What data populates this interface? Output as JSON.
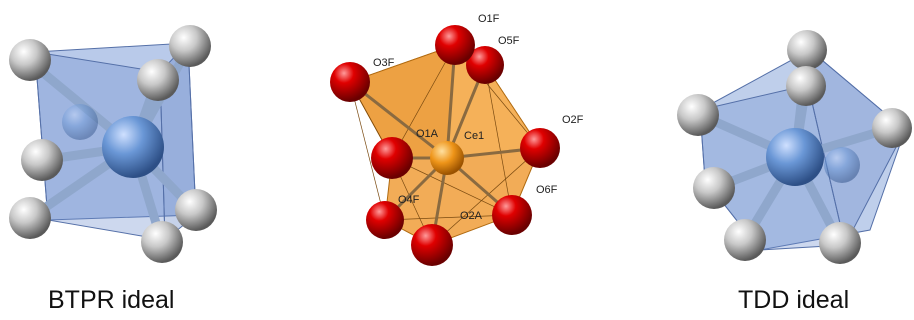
{
  "figures": [
    {
      "id": "btpr",
      "caption": "BTPR ideal"
    },
    {
      "id": "ce_complex",
      "caption": ""
    },
    {
      "id": "tdd",
      "caption": "TDD ideal"
    }
  ],
  "ce_complex": {
    "center_label": "Ce1",
    "oxygen_labels": [
      "O1F",
      "O5F",
      "O3F",
      "O2F",
      "O1A",
      "O4F",
      "O2A",
      "O6F"
    ]
  },
  "colors": {
    "polyhedron_blue": "#7f9fd8",
    "center_blue": "#5f8fd0",
    "ligand_grey": "#c9c9c9",
    "polyhedron_orange": "#f0a040",
    "center_orange": "#e88a10",
    "oxygen_red": "#d20000"
  }
}
